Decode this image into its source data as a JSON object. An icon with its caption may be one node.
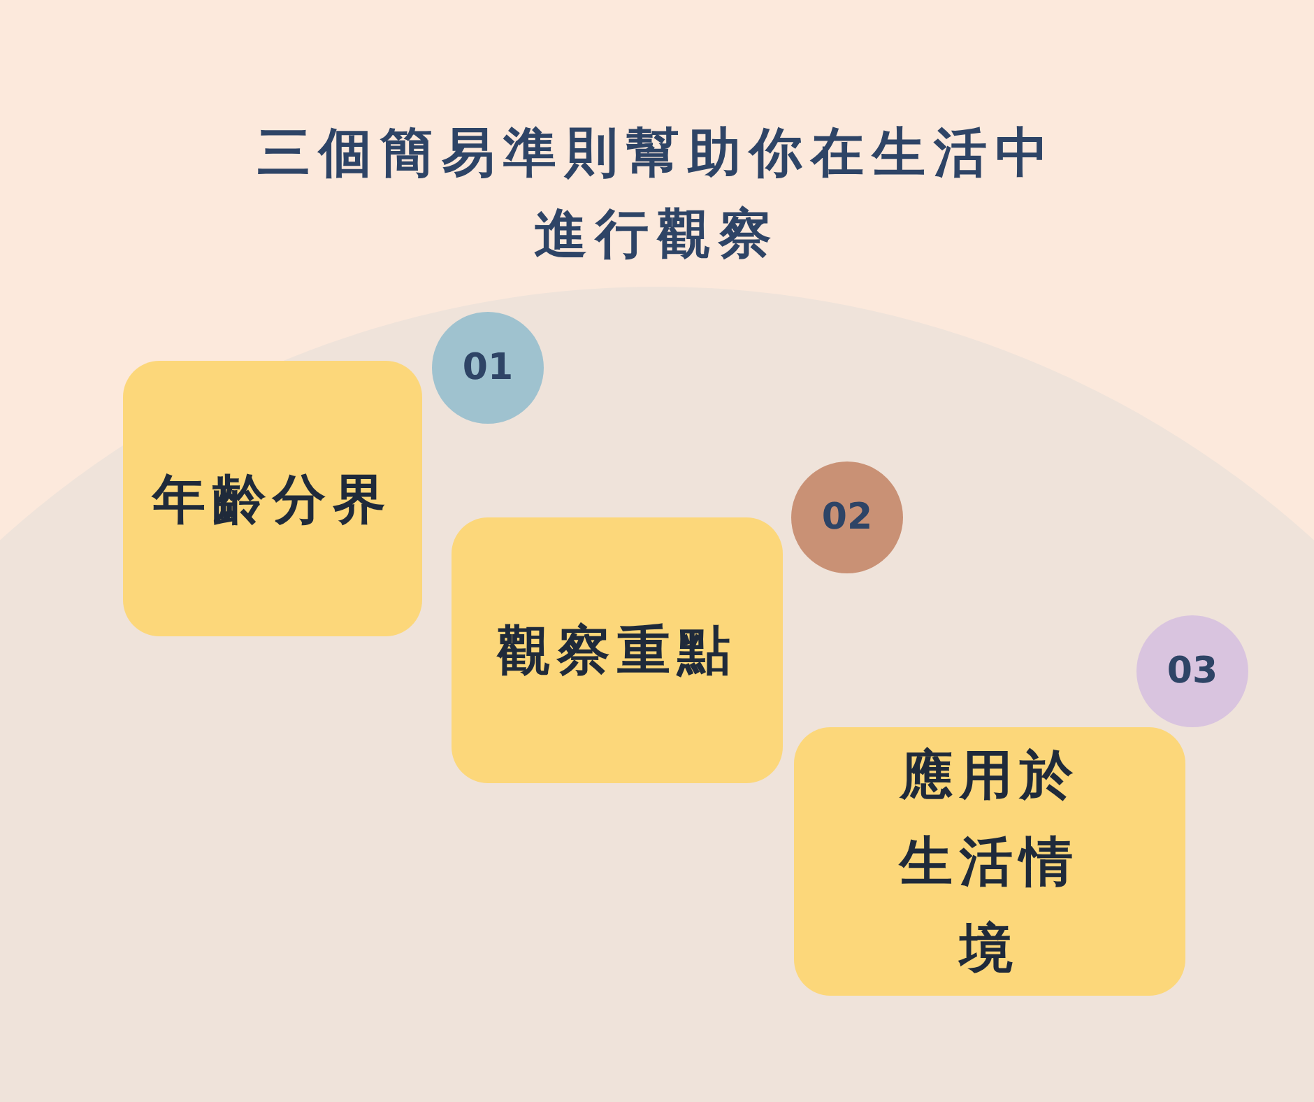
{
  "diagram": {
    "title": "三個簡易準則幫助你在生活中進行觀察",
    "nodes": [
      {
        "text": [
          "01"
        ]
      },
      {
        "text": [
          "年齡分界"
        ]
      },
      {
        "text": [
          "02"
        ]
      },
      {
        "text": [
          "觀察重點"
        ]
      },
      {
        "text": [
          "03"
        ]
      },
      {
        "text": [
          "應用於生活情境"
        ]
      }
    ],
    "edges": []
  }
}
